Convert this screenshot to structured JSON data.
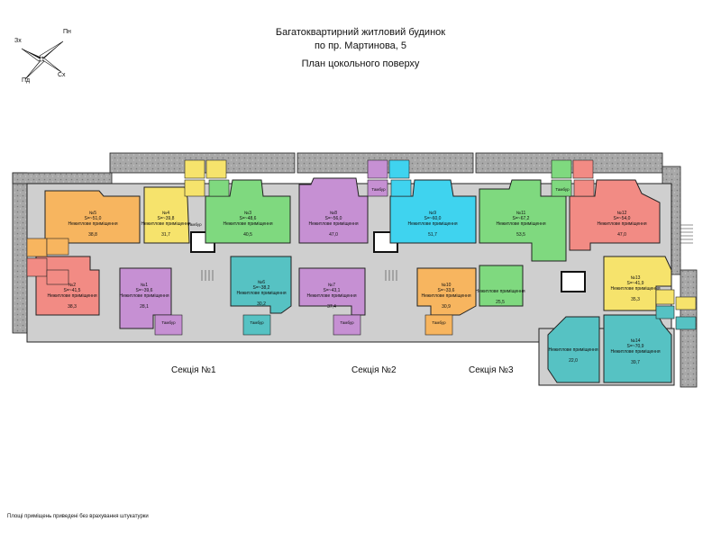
{
  "title": {
    "line1": "Багатоквартирний житловий будинок",
    "line2": "по пр. Мартинова, 5",
    "line3": "План цокольного поверху"
  },
  "compass": {
    "n": "Пн",
    "w": "Зх",
    "s": "Пд",
    "e": "Сх"
  },
  "sections": [
    "Секція №1",
    "Секція №2",
    "Секція №3"
  ],
  "footnote": "Площі приміщень приведені без врахування штукатурки",
  "room_label": "Нежитлове приміщення",
  "tech_label": "Тамбур",
  "rooms": [
    {
      "id": "room-5",
      "num": "№5",
      "area": "S=~51,0",
      "val": "38,8",
      "color": "#f7b55f"
    },
    {
      "id": "room-4",
      "num": "№4",
      "area": "S=~39,8",
      "val": "31,7",
      "color": "#f6e36c"
    },
    {
      "id": "room-3",
      "num": "№3",
      "area": "S=~48,6",
      "val": "40,5",
      "color": "#7fd97f"
    },
    {
      "id": "room-2",
      "num": "№2",
      "area": "S=~41,5",
      "val": "38,3",
      "color": "#f28b84"
    },
    {
      "id": "room-1",
      "num": "№1",
      "area": "S=~39,6",
      "val": "28,1",
      "color": "#c690d3"
    },
    {
      "id": "room-6",
      "num": "№6",
      "area": "S=~38,2",
      "val": "30,2",
      "color": "#56c2c3"
    },
    {
      "id": "room-8",
      "num": "№8",
      "area": "S=~56,0",
      "val": "47,0",
      "color": "#c690d3"
    },
    {
      "id": "room-9",
      "num": "№9",
      "area": "S=~60,0",
      "val": "51,7",
      "color": "#3fd3ef"
    },
    {
      "id": "room-7",
      "num": "№7",
      "area": "S=~43,1",
      "val": "37,4",
      "color": "#c690d3"
    },
    {
      "id": "room-10",
      "num": "№10",
      "area": "S=~33,6",
      "val": "30,9",
      "color": "#f7b55f"
    },
    {
      "id": "room-11",
      "num": "№11",
      "area": "S=~67,2",
      "val": "53,5",
      "color": "#7fd97f"
    },
    {
      "id": "room-11b",
      "num": "",
      "area": "",
      "val": "25,5",
      "color": "#7fd97f"
    },
    {
      "id": "room-12",
      "num": "№12",
      "area": "S=~54,0",
      "val": "47,0",
      "color": "#f28b84"
    },
    {
      "id": "room-13",
      "num": "№13",
      "area": "S=~41,9",
      "val": "35,3",
      "color": "#f6e36c"
    },
    {
      "id": "room-14",
      "num": "№14",
      "area": "S=~70,9",
      "val": "39,7",
      "color": "#56c2c3"
    },
    {
      "id": "room-14b",
      "num": "",
      "area": "",
      "val": "22,0",
      "color": "#56c2c3"
    }
  ]
}
